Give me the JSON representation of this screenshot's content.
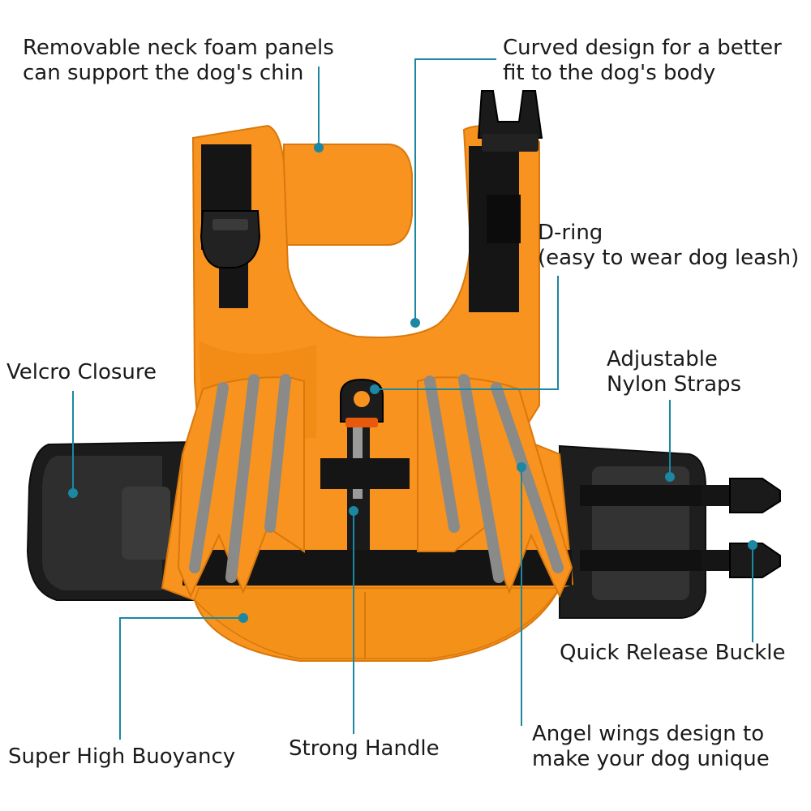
{
  "colors": {
    "vest_orange": "#f7931e",
    "vest_orange_dark": "#e07c10",
    "strap_black": "#151515",
    "mesh_dark": "#2a2a2a",
    "reflective_gray": "#8a8a88",
    "callout_teal": "#1b87a3"
  },
  "callouts": {
    "neck_foam": {
      "lines": [
        "Removable neck foam panels",
        "can support the dog's chin"
      ]
    },
    "curved_design": {
      "lines": [
        "Curved design for a better",
        "fit to the dog's body"
      ]
    },
    "d_ring": {
      "lines": [
        "D-ring",
        "(easy to wear dog leash)"
      ]
    },
    "velcro": {
      "lines": [
        "Velcro Closure"
      ]
    },
    "nylon_straps": {
      "lines": [
        "Adjustable",
        "Nylon Straps"
      ]
    },
    "quick_release": {
      "lines": [
        "Quick Release Buckle"
      ]
    },
    "buoyancy": {
      "lines": [
        "Super High Buoyancy"
      ]
    },
    "handle": {
      "lines": [
        "Strong Handle"
      ]
    },
    "angel_wings": {
      "lines": [
        "Angel wings design to",
        "make your dog unique"
      ]
    }
  }
}
